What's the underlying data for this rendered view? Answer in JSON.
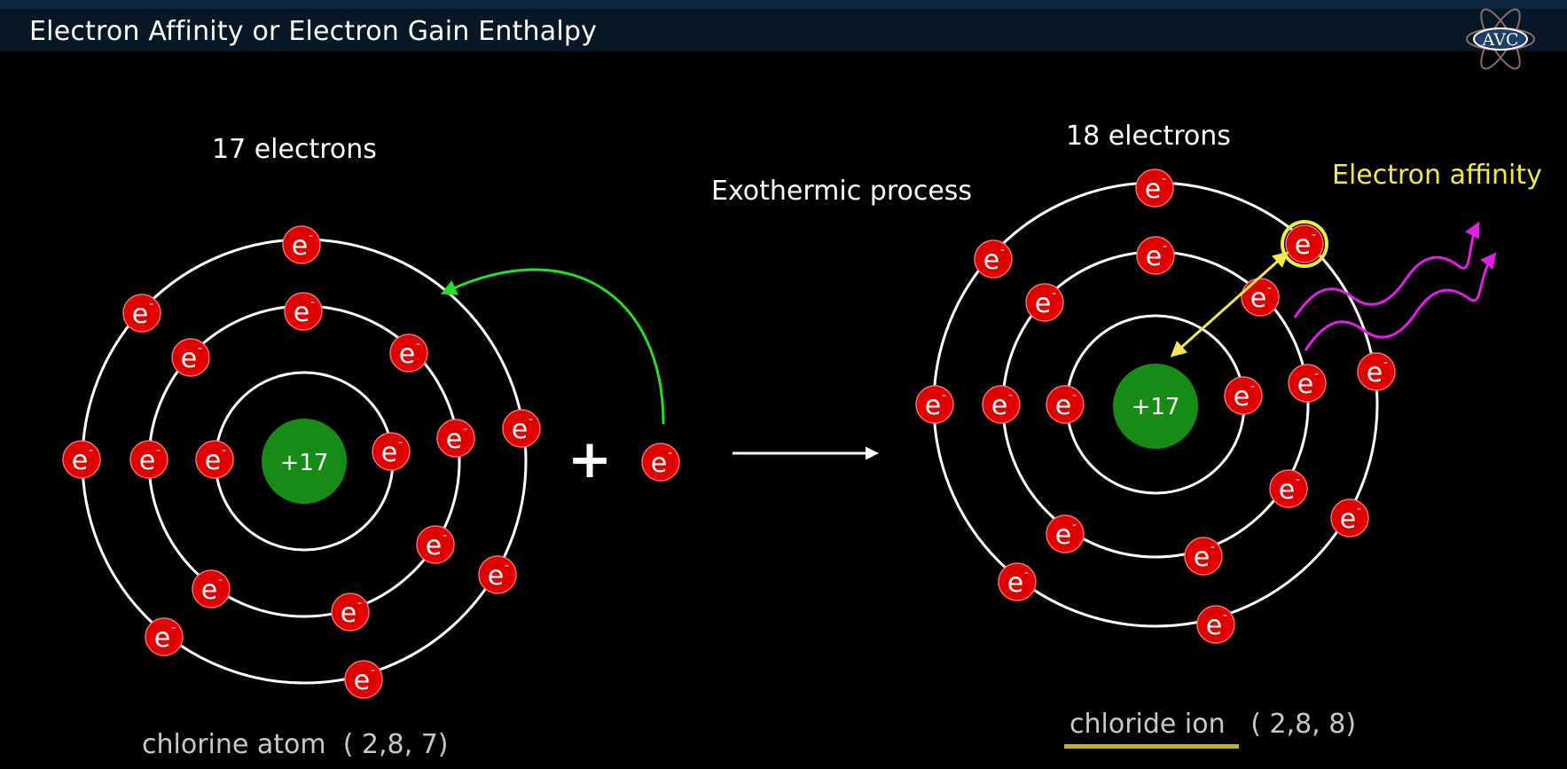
{
  "header": {
    "title": "Electron Affinity or Electron Gain Enthalpy",
    "logo_text": "AVC"
  },
  "diagram": {
    "left_atom": {
      "electron_count_label": "17 electrons",
      "nucleus_label": "+17",
      "caption_name": "chlorine atom",
      "caption_config": "( 2,8, 7)",
      "shells": [
        2,
        8,
        7
      ]
    },
    "plus_sign": "+",
    "free_electron_label": "e",
    "process_label": "Exothermic process",
    "right_ion": {
      "electron_count_label": "18 electrons",
      "nucleus_label": "+17",
      "caption_name": "chloride ion",
      "caption_config": "( 2,8, 8)",
      "shells": [
        2,
        8,
        8
      ]
    },
    "energy_label": "Electron affinity",
    "electron_symbol": "e",
    "electron_charge": "-"
  },
  "colors": {
    "background": "#000000",
    "nucleus": "#168c16",
    "electron": "#e00000",
    "orbit": "#ffffff",
    "green_arrow": "#22e022",
    "yellow_arrow": "#f2e84a",
    "energy_wave": "#e21ee2",
    "caption": "#c8c8c8"
  }
}
